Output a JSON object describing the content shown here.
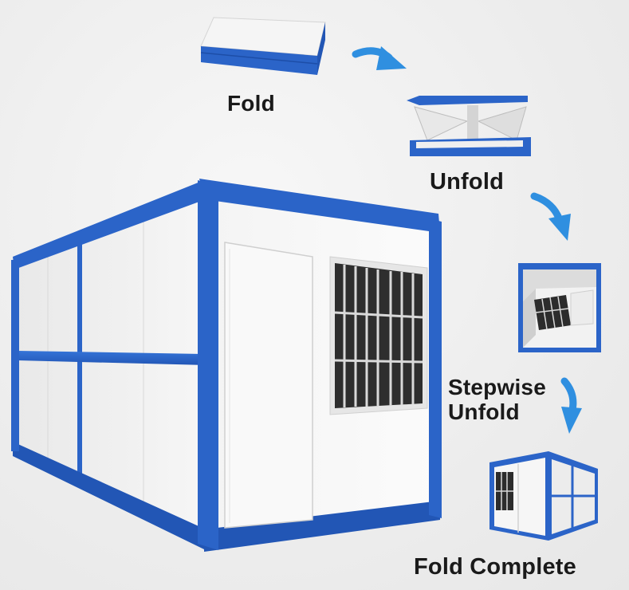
{
  "steps": [
    {
      "label": "Fold"
    },
    {
      "label": "Unfold"
    },
    {
      "label_line1": "Stepwise",
      "label_line2": "Unfold"
    },
    {
      "label": "Fold Complete"
    }
  ],
  "colors": {
    "frame_blue": "#2b64c8",
    "frame_blue_dark": "#1d4ea8",
    "panel_white": "#f3f3f3",
    "arrow_blue": "#2f8fe0",
    "text": "#1a1a1a"
  },
  "icons": [
    "arrow-icon",
    "window-grille"
  ]
}
